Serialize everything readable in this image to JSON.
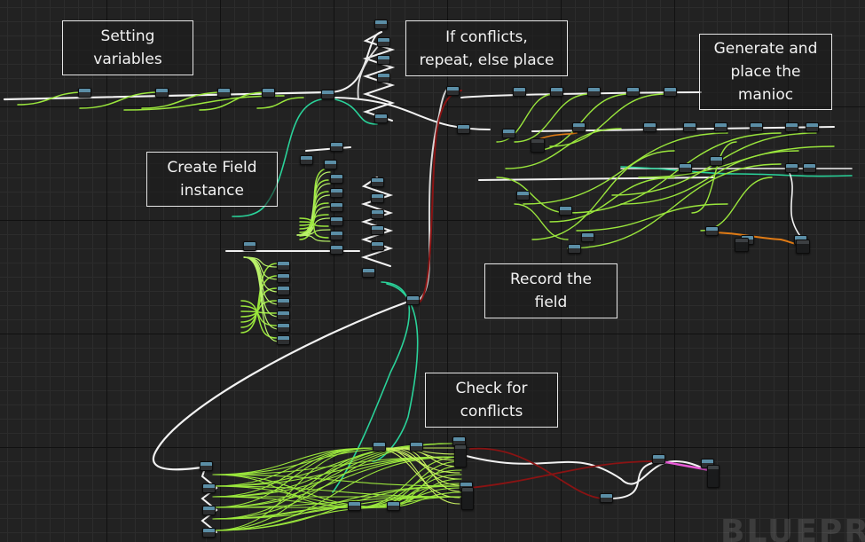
{
  "comments": [
    {
      "id": "setting-variables",
      "text": "Setting\nvariables"
    },
    {
      "id": "create-field-instance",
      "text": "Create Field\ninstance"
    },
    {
      "id": "if-conflicts",
      "text": "If conflicts,\nrepeat, else place"
    },
    {
      "id": "generate-and-place",
      "text": "Generate and\nplace the\nmanioc"
    },
    {
      "id": "record-the-field",
      "text": "Record the\nfield"
    },
    {
      "id": "check-for-conflicts",
      "text": "Check for\nconflicts"
    }
  ],
  "watermark": "BLUEPR",
  "colors": {
    "background": "#222222",
    "exec_wire": "#f2f2f2",
    "float_wire": "#9ae63c",
    "struct_wire": "#2ad39a",
    "bool_wire": "#8a1313",
    "byte_wire": "#e07b15",
    "object_wire": "#e75ad6",
    "node_header": "#5b8ea6"
  }
}
